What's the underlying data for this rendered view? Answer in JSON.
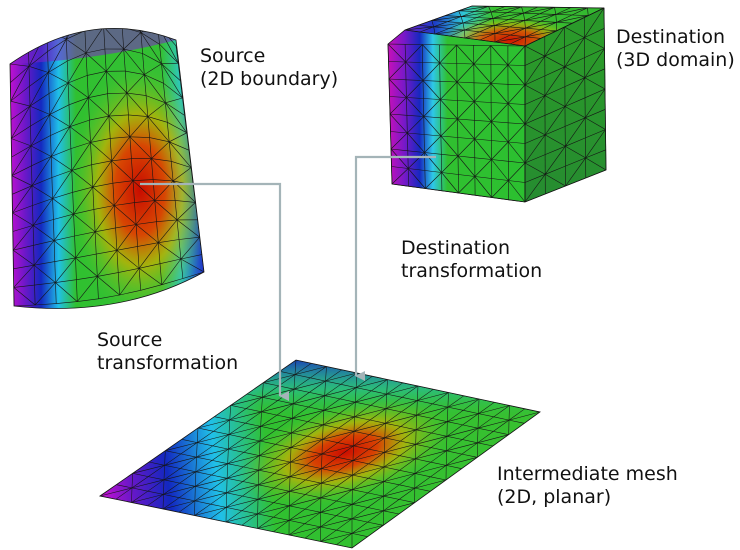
{
  "labels": {
    "source": {
      "line1": "Source",
      "line2": "(2D boundary)"
    },
    "destination": {
      "line1": "Destination",
      "line2": "(3D domain)"
    },
    "destination_transformation": {
      "line1": "Destination",
      "line2": "transformation"
    },
    "source_transformation": {
      "line1": "Source",
      "line2": "transformation"
    },
    "intermediate_mesh": {
      "line1": "Intermediate mesh",
      "line2": "(2D, planar)"
    }
  },
  "colors": {
    "arrow": "#a4b4b8",
    "mesh_edge": "#151515",
    "field_low": "#c010d0",
    "field_mid_low": "#1020c0",
    "field_mid": "#20c8e8",
    "field_mid_high": "#30c030",
    "field_high": "#d01000"
  }
}
